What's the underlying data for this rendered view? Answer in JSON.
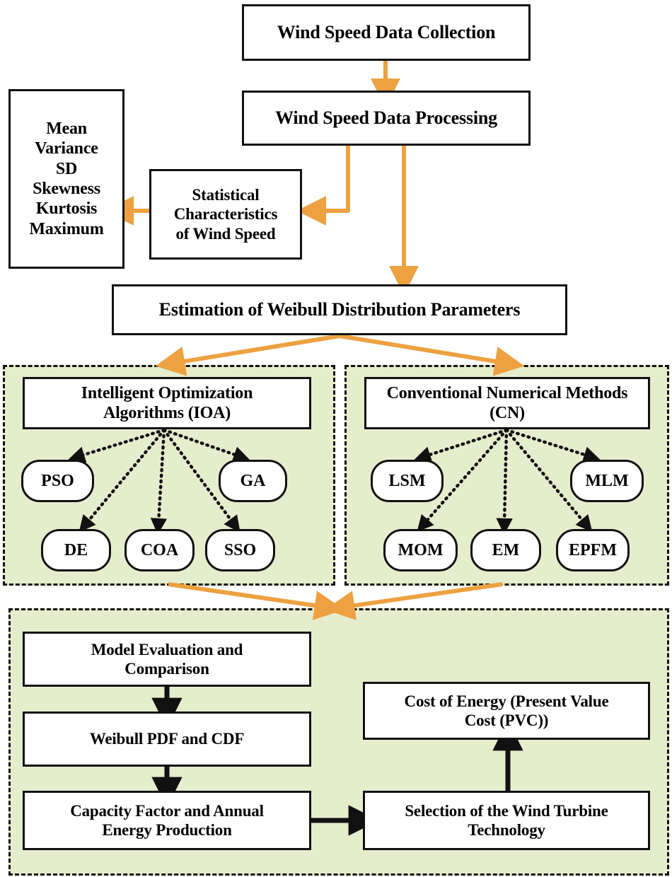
{
  "diagram": {
    "title": "Wind Speed Weibull Parameter Estimation Methodology Flowchart",
    "colors": {
      "arrow_orange": "#eda140",
      "arrow_black": "#111111",
      "panel_green": "#e6edcd",
      "box_border": "#111111",
      "box_fill": "#ffffff"
    }
  },
  "nodes": {
    "data_collection": "Wind Speed Data Collection",
    "data_processing": "Wind Speed Data Processing",
    "statistical_characteristics": "Statistical\nCharacteristics\nof Wind Speed",
    "statistical_characteristics_l1": "Statistical",
    "statistical_characteristics_l2": "Characteristics",
    "statistical_characteristics_l3": "of Wind Speed",
    "estimation": "Estimation of Weibull Distribution Parameters",
    "ioa_header_l1": "Intelligent Optimization",
    "ioa_header_l2": "Algorithms (IOA)",
    "cn_header_l1": "Conventional Numerical Methods",
    "cn_header_l2": "(CN)",
    "model_eval_l1": "Model Evaluation and",
    "model_eval_l2": "Comparison",
    "weibull_pdf_cdf": "Weibull PDF and CDF",
    "capacity_factor_l1": "Capacity Factor and Annual",
    "capacity_factor_l2": "Energy Production",
    "turbine_selection_l1": "Selection of the Wind Turbine",
    "turbine_selection_l2": "Technology",
    "cost_of_energy_l1": "Cost of Energy (Present Value",
    "cost_of_energy_l2": "Cost (PVC))"
  },
  "statistics_list": {
    "items": [
      "Mean",
      "Variance",
      "SD",
      "Skewness",
      "Kurtosis",
      "Maximum"
    ]
  },
  "ioa_methods": [
    {
      "id": "pso",
      "label": "PSO"
    },
    {
      "id": "ga",
      "label": "GA"
    },
    {
      "id": "de",
      "label": "DE"
    },
    {
      "id": "coa",
      "label": "COA"
    },
    {
      "id": "sso",
      "label": "SSO"
    }
  ],
  "cn_methods": [
    {
      "id": "lsm",
      "label": "LSM"
    },
    {
      "id": "mlm",
      "label": "MLM"
    },
    {
      "id": "mom",
      "label": "MOM"
    },
    {
      "id": "em",
      "label": "EM"
    },
    {
      "id": "epfm",
      "label": "EPFM"
    }
  ]
}
